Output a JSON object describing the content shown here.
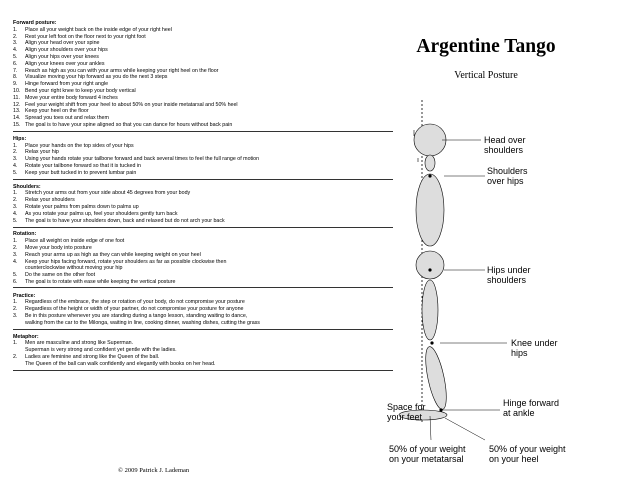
{
  "sections": [
    {
      "title": "Forward posture:",
      "items": [
        {
          "n": "1.",
          "t": "Place all your weight back on the inside edge of your right heel"
        },
        {
          "n": "2.",
          "t": "Rest your left foot on the floor next to your right foot"
        },
        {
          "n": "3.",
          "t": "Align your head over your spine"
        },
        {
          "n": "4.",
          "t": "Align your shoulders over your hips"
        },
        {
          "n": "5.",
          "t": "Align your hips over your knees"
        },
        {
          "n": "6.",
          "t": "Align your knees over your ankles"
        },
        {
          "n": "7.",
          "t": "Reach as high as you can with your arms while keeping your right heel on the floor"
        },
        {
          "n": "8.",
          "t": "Visualize moving your hip forward as you do the next 3 steps"
        },
        {
          "n": "9.",
          "t": "Hinge forward from your right angle"
        },
        {
          "n": "10.",
          "t": "Bend your right knee to keep your body vertical"
        },
        {
          "n": "11.",
          "t": "Move your entire body forward 4 inches"
        },
        {
          "n": "12.",
          "t": "Feel your weight shift from your heel to about 50% on your inside metatarsal and 50% heel"
        },
        {
          "n": "13.",
          "t": "Keep your heel on the floor"
        },
        {
          "n": "14.",
          "t": "Spread you toes out and relax them"
        },
        {
          "n": "15.",
          "t": "The goal is to have your spine aligned so that you can dance for hours without back pain"
        }
      ]
    },
    {
      "title": "Hips:",
      "items": [
        {
          "n": "1.",
          "t": "Place your hands on the top sides of your hips"
        },
        {
          "n": "2.",
          "t": "Relax your hip"
        },
        {
          "n": "3.",
          "t": "Using your hands rotate your tailbone forward and back several times to feel the full range of motion"
        },
        {
          "n": "4.",
          "t": "Rotate your tailbone forward so that it is tucked in"
        },
        {
          "n": "5.",
          "t": "Keep your butt tucked in to prevent lumbar pain"
        }
      ]
    },
    {
      "title": "Shoulders:",
      "items": [
        {
          "n": "1.",
          "t": "Stretch your arms out from your side about 45 degrees from your body"
        },
        {
          "n": "2.",
          "t": "Relax your shoulders"
        },
        {
          "n": "3.",
          "t": "Rotate your palms from palms down to palms up"
        },
        {
          "n": "4.",
          "t": "As you rotate your palms up, feel your shoulders gently turn back"
        },
        {
          "n": "5.",
          "t": "The goal is to have your shoulders down, back and relaxed but do not arch your back"
        }
      ]
    },
    {
      "title": "Rotation:",
      "items": [
        {
          "n": "1.",
          "t": "Place all weight on inside edge of one foot"
        },
        {
          "n": "2.",
          "t": "Move your body into posture"
        },
        {
          "n": "3.",
          "t": "Reach your arms up as high as they can while keeping weight on your heel"
        },
        {
          "n": "4.",
          "t": "Keep your hips facing forward, rotate your shoulders as far as possible clockwise then\ncounterclockwise without moving your hip"
        },
        {
          "n": "5.",
          "t": "Do the same on the other foot"
        },
        {
          "n": "6.",
          "t": "The goal is to rotate with ease while keeping the vertical posture"
        }
      ]
    },
    {
      "title": "Practice:",
      "items": [
        {
          "n": "1.",
          "t": "Regardless of the embrace, the step or rotation of your body, do not compromise your posture"
        },
        {
          "n": "2.",
          "t": "Regardless of the height or width of your partner, do not compromise your posture for anyone"
        },
        {
          "n": "3.",
          "t": "Be in this posture whenever you are standing during a tango lesson, standing waiting to dance,\nwalking from the car to the Milonga, waiting in line, cooking dinner, washing dishes, cutting the grass"
        }
      ]
    },
    {
      "title": "Metaphor:",
      "items": [
        {
          "n": "1.",
          "t": "Men are masculine and strong like Superman.\nSuperman is very strong and confident yet gentle with the ladies."
        },
        {
          "n": "2.",
          "t": "Ladies are feminine and strong like the Queen of the ball.\nThe Queen of the ball can walk confidently and elegantly with books on her head."
        }
      ]
    }
  ],
  "title": "Argentine Tango",
  "subtitle": "Vertical Posture",
  "figure_labels": {
    "head": "Head over\nshoulders",
    "shoulders": "Shoulders\nover hips",
    "hips": "Hips under\nshoulders",
    "knee": "Knee under\nhips",
    "space": "Space for\nyour feet",
    "hinge": "Hinge forward\nat ankle",
    "metatarsal": "50% of your weight\non your metatarsal",
    "heel": "50% of your weight\non your heel"
  },
  "footer": "© 2009 Patrick J. Lademan"
}
